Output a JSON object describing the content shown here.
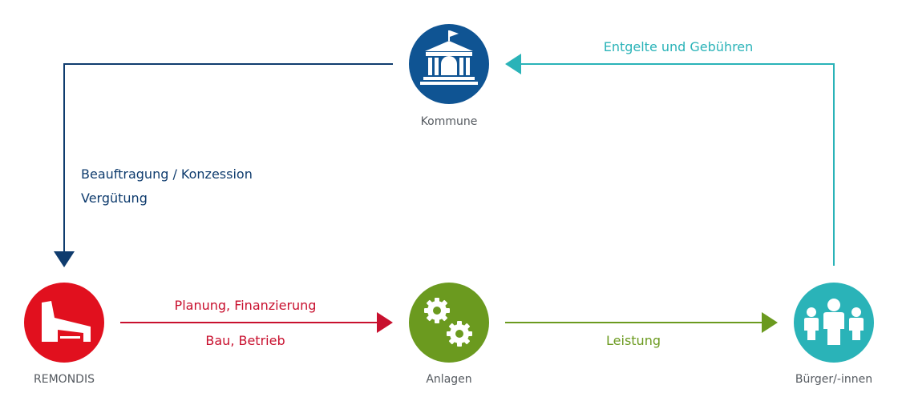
{
  "nodes": {
    "kommune": {
      "label": "Kommune",
      "icon": "town-hall-icon",
      "color": "#0f5493"
    },
    "remondis": {
      "label": "REMONDIS",
      "icon": "factory-icon",
      "color": "#e1101e"
    },
    "anlagen": {
      "label": "Anlagen",
      "icon": "gears-icon",
      "color": "#6b9a1f"
    },
    "buerger": {
      "label": "Bürger/-innen",
      "icon": "people-icon",
      "color": "#2ab3b8"
    }
  },
  "flows": {
    "fees": {
      "text": "Entgelte und Gebühren",
      "color": "#2ab3b8"
    },
    "commission": {
      "line1": "Beauftragung / Konzession",
      "line2": "Vergütung",
      "color": "#0f3c6e"
    },
    "planning": {
      "line1": "Planung, Finanzierung",
      "line2": "Bau, Betrieb",
      "color": "#c8102e"
    },
    "service": {
      "text": "Leistung",
      "color": "#6b9a1f"
    }
  }
}
